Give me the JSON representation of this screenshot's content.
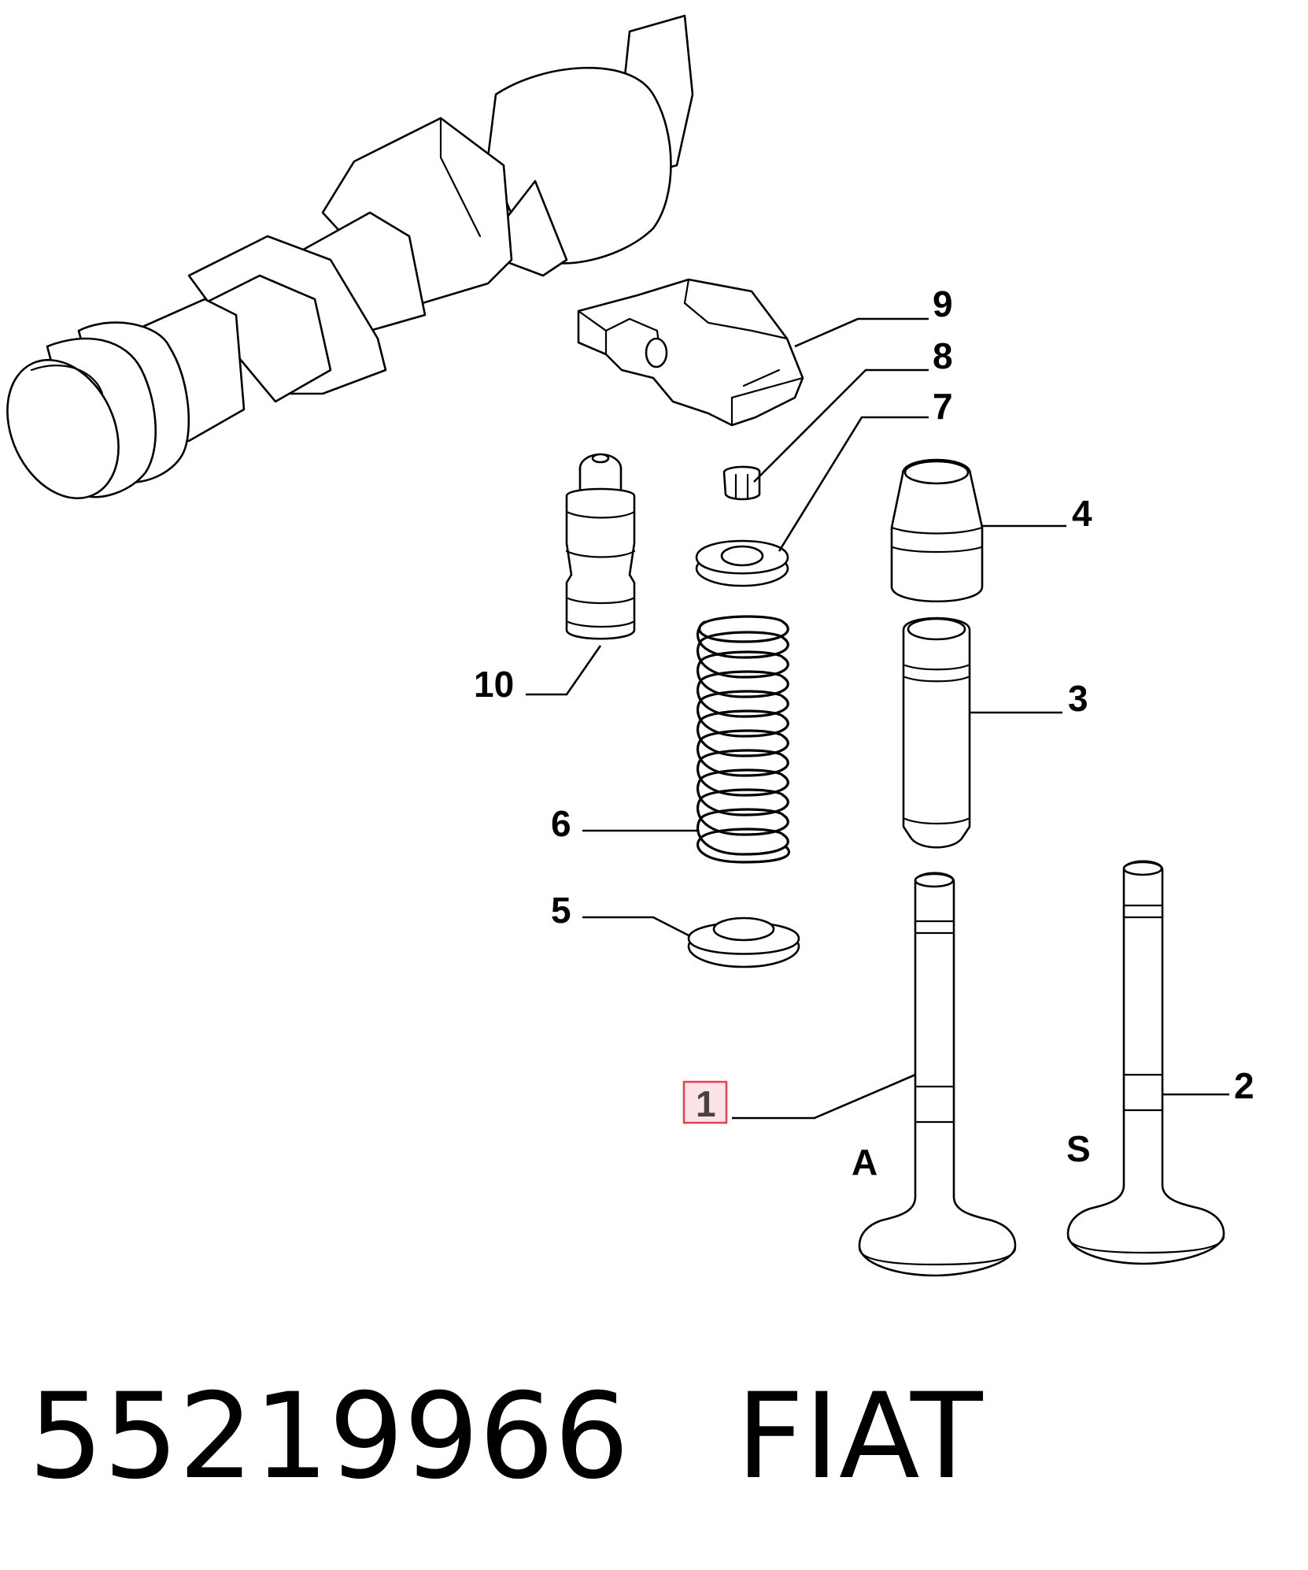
{
  "callouts": {
    "c1": "1",
    "c2": "2",
    "c3": "3",
    "c4": "4",
    "c5": "5",
    "c6": "6",
    "c7": "7",
    "c8": "8",
    "c9": "9",
    "c10": "10"
  },
  "valve_labels": {
    "intake": "A",
    "exhaust": "S"
  },
  "highlighted_callout": "1",
  "footer": {
    "part_number": "55219966",
    "brand": "FIAT"
  },
  "colors": {
    "highlight_fill": "#fde3e7",
    "highlight_border": "#e0404f",
    "line": "#000000"
  }
}
